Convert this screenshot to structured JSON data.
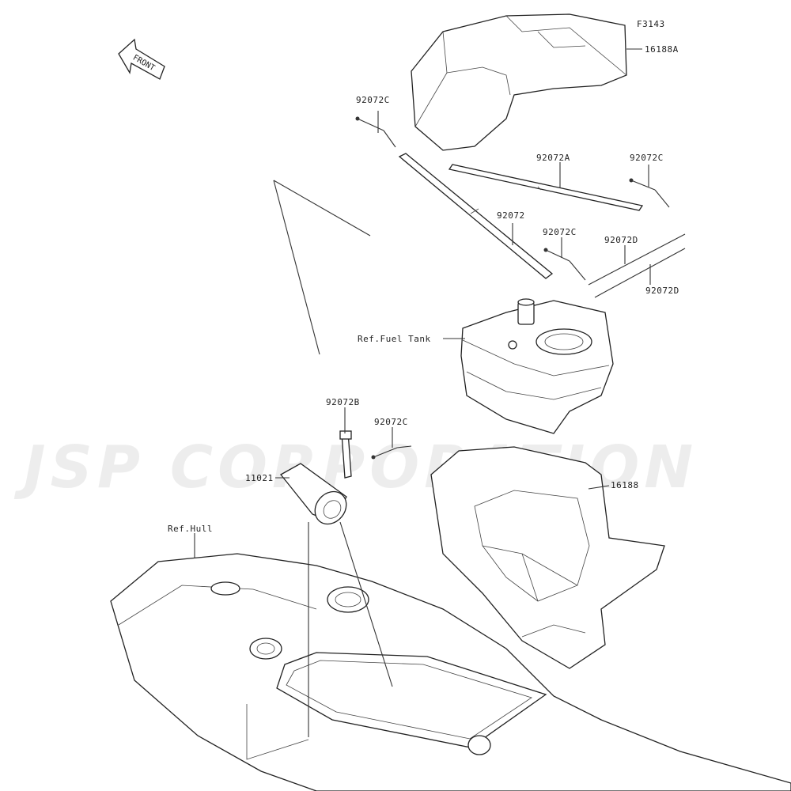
{
  "figure_id": "F3143",
  "watermark": "JSP CORPORATION",
  "front_label": "FRONT",
  "parts": [
    {
      "key": "seat_cover",
      "label": "16188A"
    },
    {
      "key": "strap_c1",
      "label": "92072C"
    },
    {
      "key": "strap_a",
      "label": "92072A"
    },
    {
      "key": "strap_c2",
      "label": "92072C"
    },
    {
      "key": "strap_main",
      "label": "92072"
    },
    {
      "key": "strap_c3",
      "label": "92072C"
    },
    {
      "key": "strap_d1",
      "label": "92072D"
    },
    {
      "key": "strap_d2",
      "label": "92072D"
    },
    {
      "key": "fuel_tank",
      "label": "Ref.Fuel Tank"
    },
    {
      "key": "strap_b",
      "label": "92072B"
    },
    {
      "key": "strap_c4",
      "label": "92072C"
    },
    {
      "key": "filter",
      "label": "11021"
    },
    {
      "key": "storage_bin",
      "label": "16188"
    },
    {
      "key": "hull",
      "label": "Ref.Hull"
    }
  ]
}
